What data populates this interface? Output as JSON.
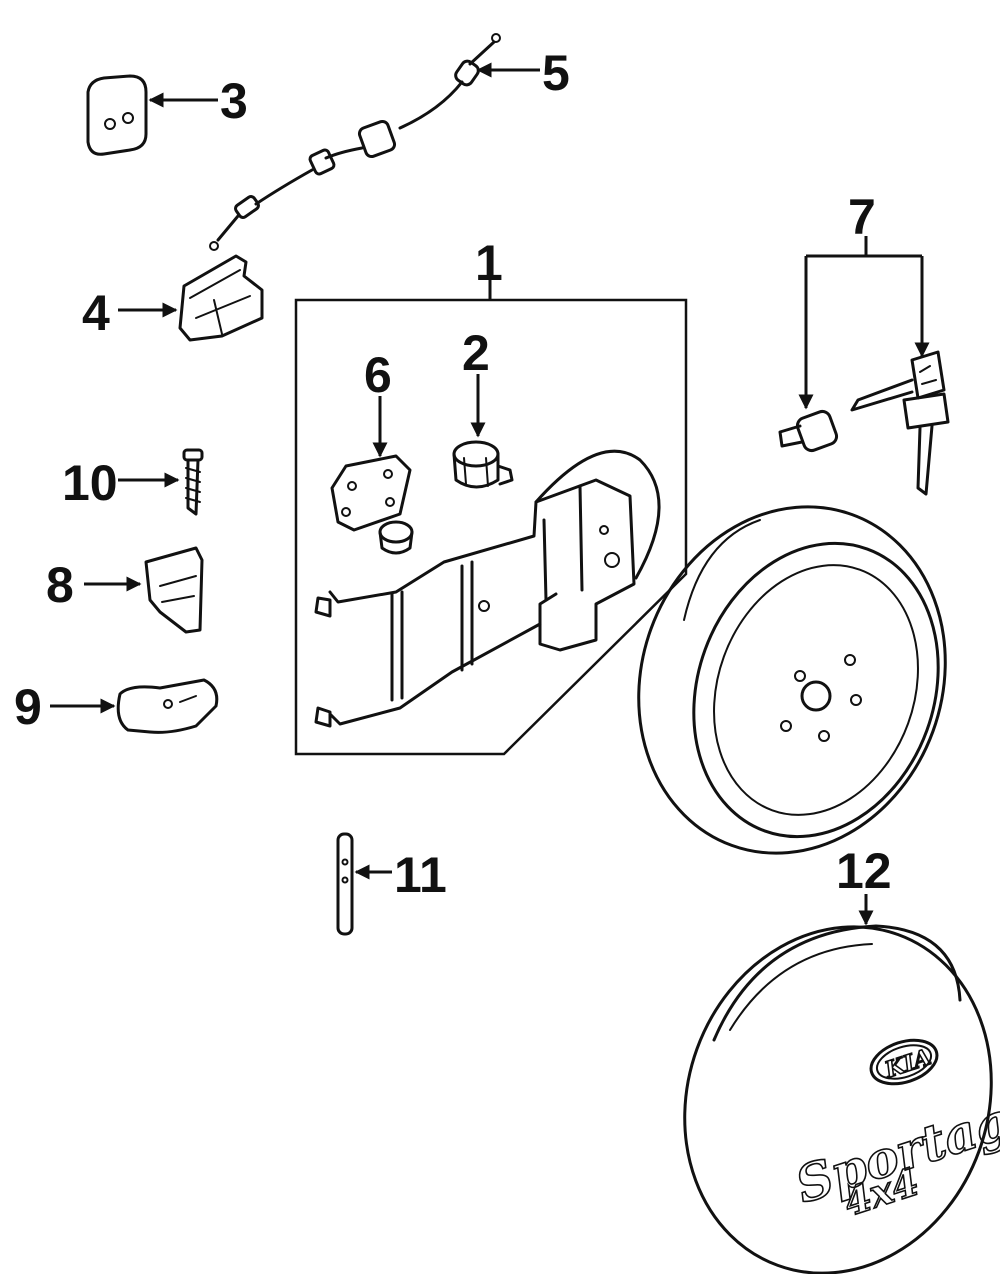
{
  "diagram": {
    "callouts": [
      {
        "id": "1",
        "label": "1"
      },
      {
        "id": "2",
        "label": "2"
      },
      {
        "id": "3",
        "label": "3"
      },
      {
        "id": "4",
        "label": "4"
      },
      {
        "id": "5",
        "label": "5"
      },
      {
        "id": "6",
        "label": "6"
      },
      {
        "id": "7",
        "label": "7"
      },
      {
        "id": "8",
        "label": "8"
      },
      {
        "id": "9",
        "label": "9"
      },
      {
        "id": "10",
        "label": "10"
      },
      {
        "id": "11",
        "label": "11"
      },
      {
        "id": "12",
        "label": "12"
      }
    ],
    "cover_emblem": {
      "logo_text": "KIA",
      "model_text": "Sportage",
      "drive_text": "4x4"
    }
  }
}
